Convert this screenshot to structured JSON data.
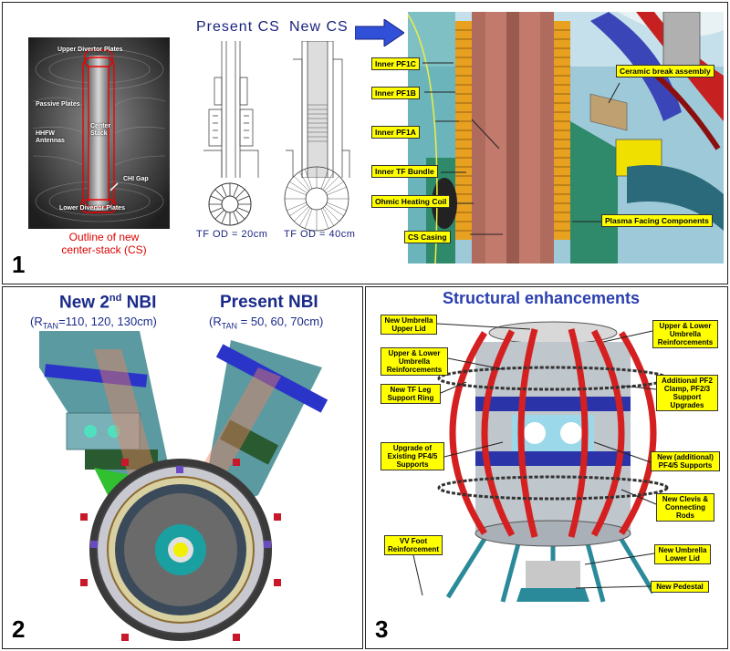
{
  "panel1": {
    "number": "1",
    "photo_labels": {
      "upper_divertor": "Upper Divertor Plates",
      "passive_plates": "Passive Plates",
      "hhfw": "HHFW Antennas",
      "center_stack": "Center Stack",
      "chi_gap": "CHI Gap",
      "lower_divertor": "Lower Divertor Plates"
    },
    "outline_caption_1": "Outline of new",
    "outline_caption_2": "center-stack (CS)",
    "present_cs": "Present CS",
    "new_cs": "New CS",
    "tf_od_present": "TF OD = 20cm",
    "tf_od_new": "TF OD = 40cm",
    "callouts": {
      "pf1c": "Inner PF1C",
      "pf1b": "Inner PF1B",
      "pf1a": "Inner PF1A",
      "tf_bundle": "Inner TF Bundle",
      "ohmic": "Ohmic Heating Coil",
      "casing": "CS Casing",
      "ceramic": "Ceramic break assembly",
      "pfc": "Plasma Facing Components"
    }
  },
  "panel2": {
    "number": "2",
    "new_nbi_pre": "New 2",
    "new_nbi_sup": "nd",
    "new_nbi_post": " NBI",
    "new_nbi_r_pre": "(R",
    "new_nbi_r_sub": "TAN",
    "new_nbi_r_post": "=110, 120, 130cm)",
    "present_nbi": "Present NBI",
    "present_nbi_r_pre": "(R",
    "present_nbi_r_sub": "TAN",
    "present_nbi_r_post": " = 50, 60, 70cm)"
  },
  "panel3": {
    "number": "3",
    "title": "Structural enhancements",
    "labels": {
      "upper_lid": "New Umbrella Upper Lid",
      "ul_reinf_right": "Upper & Lower Umbrella Reinforcements",
      "ul_reinf_left": "Upper & Lower Umbrella Reinforcements",
      "pf2": "Additional PF2 Clamp, PF2/3 Support Upgrades",
      "tf_leg": "New TF Leg Support Ring",
      "pf45_existing": "Upgrade of Existing PF4/5 Supports",
      "pf45_new": "New (additional) PF4/5 Supports",
      "clevis": "New Clevis & Connecting Rods",
      "vv_foot": "VV Foot Reinforcement",
      "lower_lid": "New Umbrella Lower Lid",
      "pedestal": "New Pedestal"
    }
  },
  "colors": {
    "accent_blue": "#1a237e",
    "caption_red": "#d00000",
    "callout_yellow": "#ffff00",
    "tf_coil_red": "#d42020"
  }
}
